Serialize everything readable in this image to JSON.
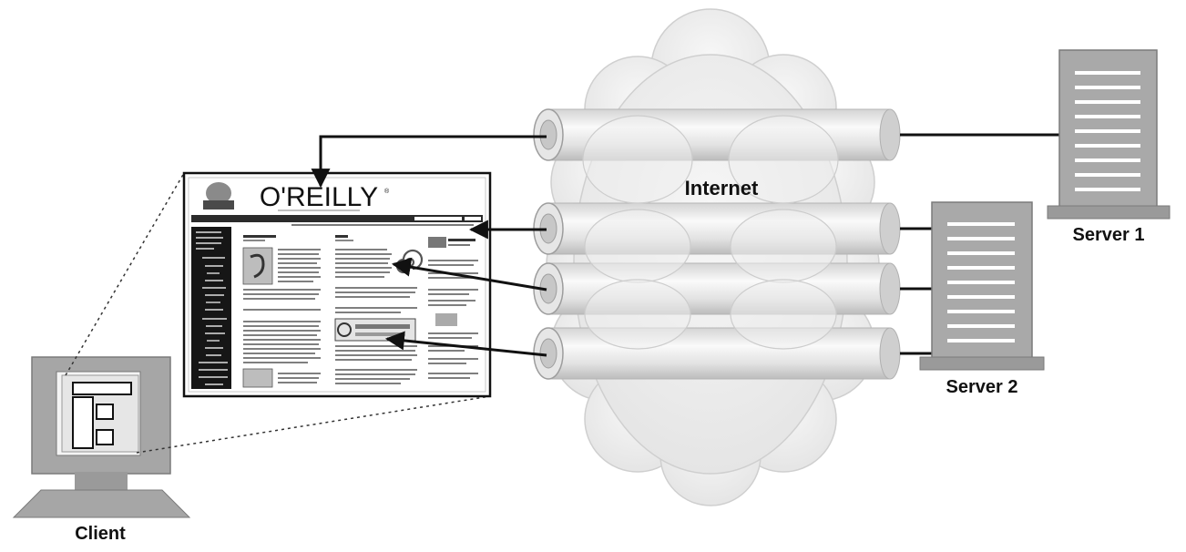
{
  "labels": {
    "internet": "Internet",
    "server1": "Server 1",
    "server2": "Server 2",
    "client": "Client",
    "publisher": "O'REILLY",
    "trademark": "®"
  },
  "colors": {
    "device_gray": "#a6a6a6",
    "device_dark": "#6e6e6e",
    "cloud": "#ececec",
    "pipe": "#dcdcdc",
    "line": "#111111"
  }
}
